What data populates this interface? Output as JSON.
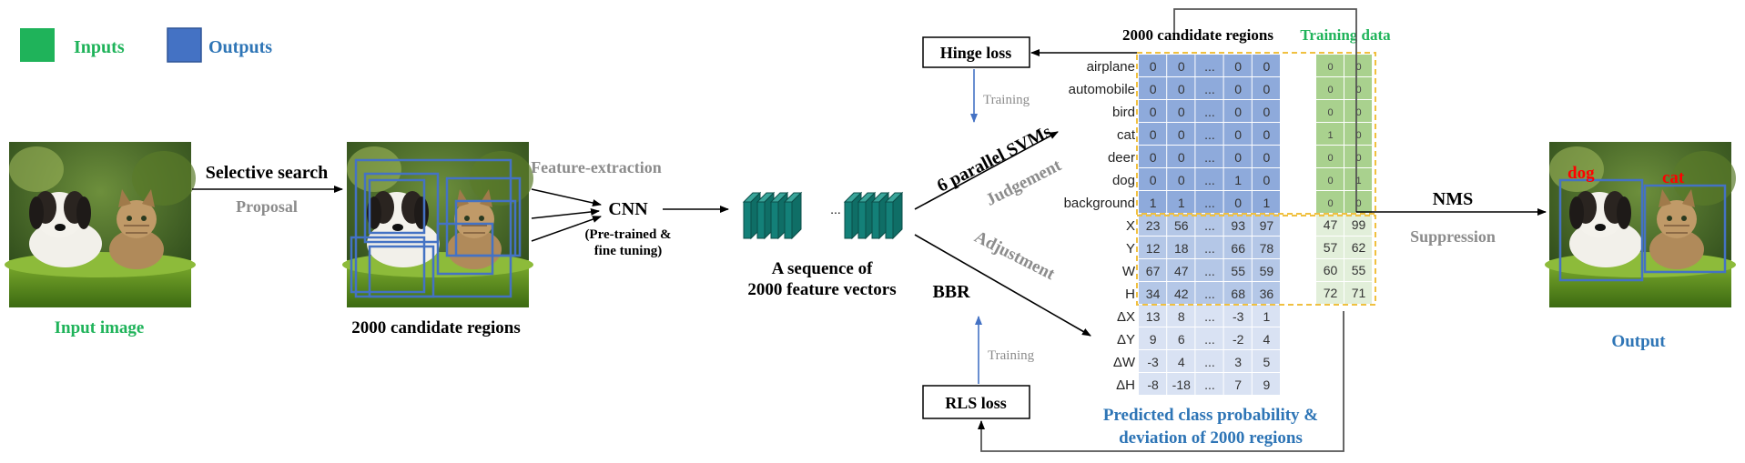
{
  "legend": {
    "inputs": {
      "label": "Inputs",
      "color": "#1fb35a"
    },
    "outputs": {
      "label": "Outputs",
      "color": "#4472c4"
    }
  },
  "input_image": {
    "caption": "Input image"
  },
  "proposal": {
    "method": "Selective search",
    "step": "Proposal"
  },
  "candidates": {
    "caption": "2000 candidate regions"
  },
  "feature_extraction": {
    "step": "Feature-extraction",
    "model": "CNN",
    "note_line1": "(Pre-trained &",
    "note_line2": "fine tuning)"
  },
  "features": {
    "ellipsis": "...",
    "caption_line1": "A sequence of",
    "caption_line2": "2000 feature vectors"
  },
  "svm": {
    "label": "6 parallel SVMs",
    "step": "Judgement",
    "loss": "Hinge loss",
    "training": "Training"
  },
  "bbr": {
    "label": "BBR",
    "step": "Adjustment",
    "loss": "RLS loss",
    "training": "Training"
  },
  "table": {
    "title": "2000 candidate regions",
    "training_title": "Training data",
    "caption_line1": "Predicted class probability  &",
    "caption_line2": "deviation of 2000 regions",
    "class_rows": [
      {
        "label": "airplane",
        "values": [
          "0",
          "0",
          "...",
          "0",
          "0"
        ],
        "train": [
          "0",
          "0"
        ]
      },
      {
        "label": "automobile",
        "values": [
          "0",
          "0",
          "...",
          "0",
          "0"
        ],
        "train": [
          "0",
          "0"
        ]
      },
      {
        "label": "bird",
        "values": [
          "0",
          "0",
          "...",
          "0",
          "0"
        ],
        "train": [
          "0",
          "0"
        ]
      },
      {
        "label": "cat",
        "values": [
          "0",
          "0",
          "...",
          "0",
          "0"
        ],
        "train": [
          "1",
          "0"
        ]
      },
      {
        "label": "deer",
        "values": [
          "0",
          "0",
          "...",
          "0",
          "0"
        ],
        "train": [
          "0",
          "0"
        ]
      },
      {
        "label": "dog",
        "values": [
          "0",
          "0",
          "...",
          "1",
          "0"
        ],
        "train": [
          "0",
          "1"
        ]
      },
      {
        "label": "background",
        "values": [
          "1",
          "1",
          "...",
          "0",
          "1"
        ],
        "train": [
          "0",
          "0"
        ]
      }
    ],
    "box_rows": [
      {
        "label": "X",
        "values": [
          "23",
          "56",
          "...",
          "93",
          "97"
        ],
        "train": [
          "47",
          "99"
        ]
      },
      {
        "label": "Y",
        "values": [
          "12",
          "18",
          "...",
          "66",
          "78"
        ],
        "train": [
          "57",
          "62"
        ]
      },
      {
        "label": "W",
        "values": [
          "67",
          "47",
          "...",
          "55",
          "59"
        ],
        "train": [
          "60",
          "55"
        ]
      },
      {
        "label": "H",
        "values": [
          "34",
          "42",
          "...",
          "68",
          "36"
        ],
        "train": [
          "72",
          "71"
        ]
      }
    ],
    "delta_rows": [
      {
        "label": "ΔX",
        "values": [
          "13",
          "8",
          "...",
          "-3",
          "1"
        ]
      },
      {
        "label": "ΔY",
        "values": [
          "9",
          "6",
          "...",
          "-2",
          "4"
        ]
      },
      {
        "label": "ΔW",
        "values": [
          "-3",
          "4",
          "...",
          "3",
          "5"
        ]
      },
      {
        "label": "ΔH",
        "values": [
          "-8",
          "-18",
          "...",
          "7",
          "9"
        ]
      }
    ],
    "colors": {
      "class_blue": "#8eaadb",
      "box_blue": "#b4c7e7",
      "delta_blue": "#d9e2f3",
      "class_green": "#a9d18e",
      "box_green": "#e2efda",
      "dash": "#f0c040"
    }
  },
  "nms": {
    "label": "NMS",
    "step": "Suppression"
  },
  "output": {
    "caption": "Output",
    "detections": [
      "dog",
      "cat"
    ],
    "detection_color": "#ff0000"
  },
  "colors": {
    "input_text": "#1fb35a",
    "output_text": "#2e75b6",
    "gray_text": "#8c8c8c",
    "training_arrow": "#4472c4"
  }
}
